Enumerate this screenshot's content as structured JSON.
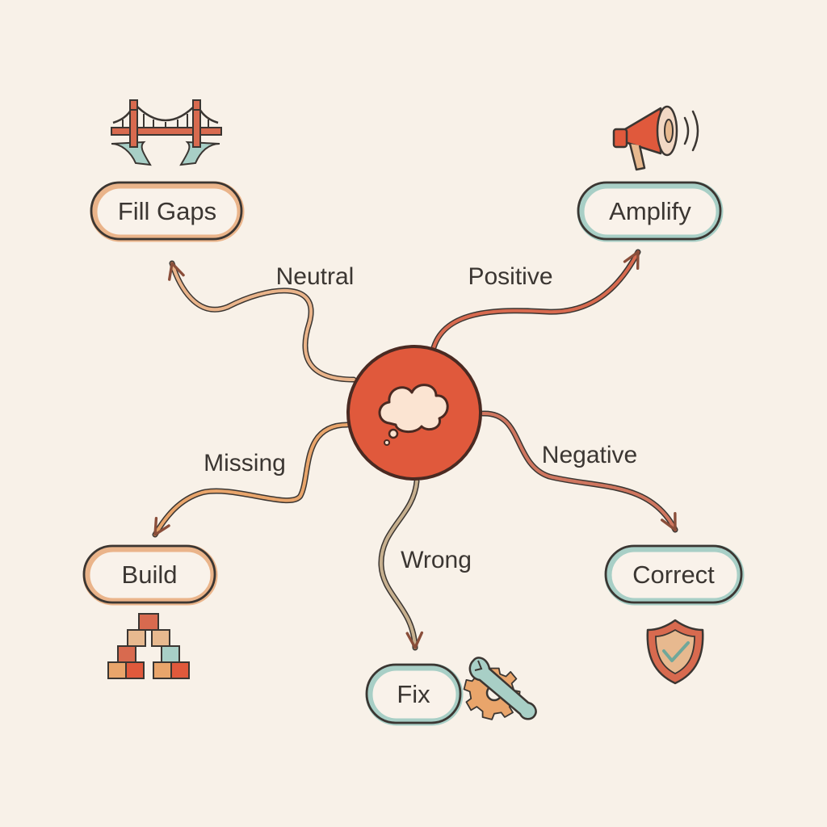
{
  "colors": {
    "background": "#f8f1e8",
    "hub_fill": "#e0593c",
    "hub_stroke": "#4a2a22",
    "ink": "#3b3632",
    "peach": "#eab48a",
    "rust": "#d86a4f",
    "orange": "#e9a56b",
    "khaki": "#c7b08f",
    "teal_ring": "#a8cfc6",
    "sand": "#e7b98f"
  },
  "hub": {
    "icon": "thought-cloud-icon"
  },
  "branches": [
    {
      "id": "neutral",
      "edge_label": "Neutral",
      "node_label": "Fill Gaps",
      "icon": "bridge-icon"
    },
    {
      "id": "positive",
      "edge_label": "Positive",
      "node_label": "Amplify",
      "icon": "megaphone-icon"
    },
    {
      "id": "missing",
      "edge_label": "Missing",
      "node_label": "Build",
      "icon": "blocks-icon"
    },
    {
      "id": "wrong",
      "edge_label": "Wrong",
      "node_label": "Fix",
      "icon": "wrench-gear-icon"
    },
    {
      "id": "negative",
      "edge_label": "Negative",
      "node_label": "Correct",
      "icon": "shield-check-icon"
    }
  ]
}
